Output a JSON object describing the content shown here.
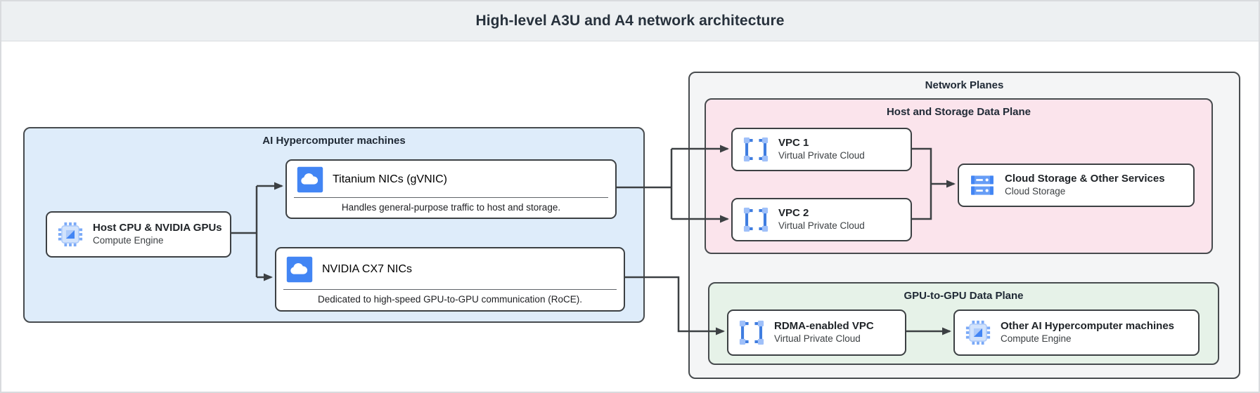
{
  "header": {
    "title": "High-level A3U and A4 network architecture"
  },
  "containers": {
    "ai_machines": {
      "label": "AI Hypercomputer machines"
    },
    "network_planes": {
      "label": "Network Planes"
    },
    "host_storage_plane": {
      "label": "Host and Storage Data Plane"
    },
    "gpu_plane": {
      "label": "GPU-to-GPU Data Plane"
    }
  },
  "nodes": {
    "host": {
      "title": "Host CPU & NVIDIA GPUs",
      "subtitle": "Compute Engine",
      "icon": "compute-engine-icon"
    },
    "titanium": {
      "title": "Titanium NICs (gVNIC)",
      "caption": "Handles general-purpose traffic to host and storage.",
      "icon": "cloud-icon"
    },
    "cx7": {
      "title": "NVIDIA CX7 NICs",
      "caption": "Dedicated to high-speed GPU-to-GPU communication (RoCE).",
      "icon": "cloud-icon"
    },
    "vpc1": {
      "title": "VPC 1",
      "subtitle": "Virtual Private Cloud",
      "icon": "vpc-icon"
    },
    "vpc2": {
      "title": "VPC 2",
      "subtitle": "Virtual Private Cloud",
      "icon": "vpc-icon"
    },
    "storage": {
      "title": "Cloud Storage & Other Services",
      "subtitle": "Cloud Storage",
      "icon": "cloud-storage-icon"
    },
    "rdma": {
      "title": "RDMA-enabled VPC",
      "subtitle": "Virtual Private Cloud",
      "icon": "vpc-icon"
    },
    "other": {
      "title": "Other AI Hypercomputer machines",
      "subtitle": "Compute Engine",
      "icon": "compute-engine-icon"
    }
  },
  "colors": {
    "header_bg": "#edf0f2",
    "blue_container_fill": "#deecfa",
    "gray_container_fill": "#f4f5f6",
    "pink_container_fill": "#fbe4ec",
    "green_container_fill": "#e6f2e8",
    "box_border": "#3c4043",
    "wire": "#3c4043",
    "icon_blue": "#4285f4",
    "icon_light_blue": "#aecbfa",
    "icon_mid_blue": "#669df6"
  }
}
